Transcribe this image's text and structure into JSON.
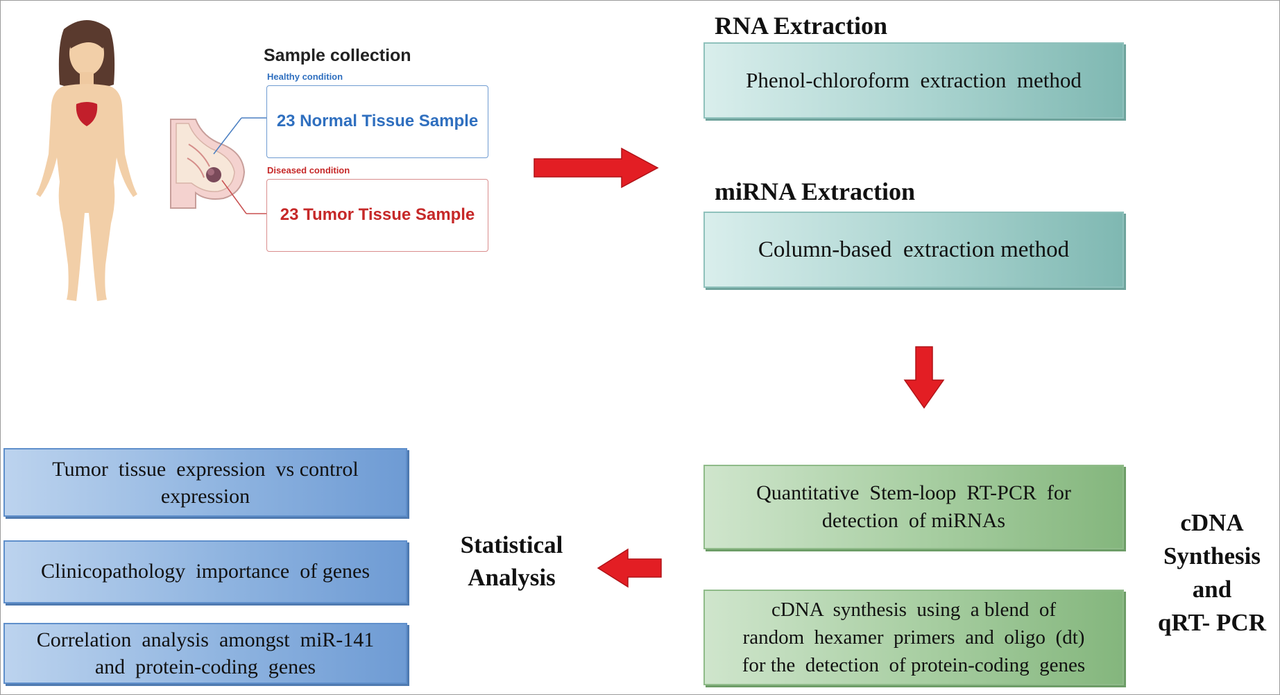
{
  "sample": {
    "title": "Sample collection",
    "healthy_label": "Healthy condition",
    "normal_box": "23 Normal Tissue Sample",
    "diseased_label": "Diseased condition",
    "tumor_box": "23 Tumor Tissue Sample"
  },
  "rna": {
    "heading": "RNA Extraction",
    "method": "Phenol-chloroform  extraction  method"
  },
  "mirna": {
    "heading": "miRNA Extraction",
    "method": "Column-based  extraction method"
  },
  "pcr": {
    "box1_line1": "Quantitative  Stem-loop  RT-PCR  for",
    "box1_line2": "detection  of miRNAs",
    "box2_line1": "cDNA  synthesis  using  a blend  of",
    "box2_line2": "random  hexamer  primers  and  oligo  (dt)",
    "box2_line3": "for the  detection  of protein-coding  genes",
    "side_line1": "cDNA",
    "side_line2": "Synthesis",
    "side_line3": "and",
    "side_line4": "qRT- PCR"
  },
  "stats": {
    "heading_line1": "Statistical",
    "heading_line2": "Analysis",
    "item1_line1": "Tumor  tissue  expression  vs control",
    "item1_line2": "expression",
    "item2": "Clinicopathology  importance  of genes",
    "item3_line1": "Correlation  analysis  amongst  miR-141",
    "item3_line2": "and  protein-coding  genes"
  },
  "colors": {
    "arrow": "#e31e24",
    "healthy": "#2f6fbf",
    "diseased": "#c62828"
  }
}
